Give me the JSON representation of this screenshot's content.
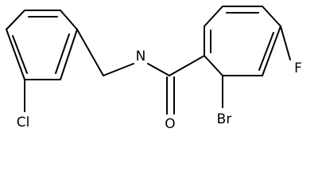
{
  "molecule": {
    "atoms": {
      "n": "N",
      "o": "O",
      "cl": "Cl",
      "br": "Br",
      "f": "F"
    }
  }
}
